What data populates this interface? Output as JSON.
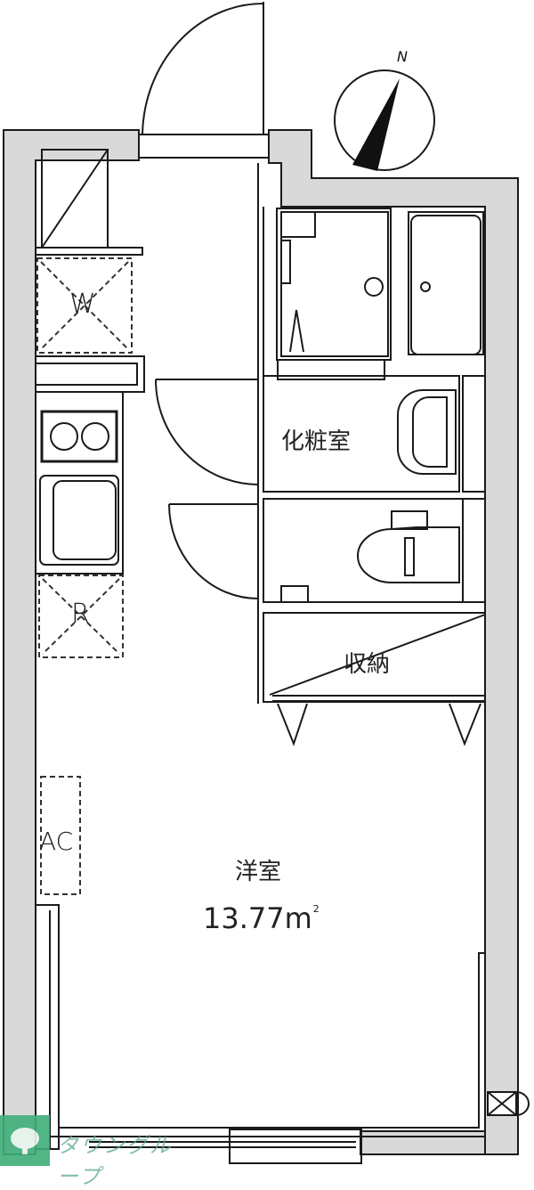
{
  "floor_plan": {
    "compass": {
      "label": "N"
    },
    "rooms": {
      "vanity_room": {
        "label": "化粧室"
      },
      "storage": {
        "label": "収納"
      },
      "western_room": {
        "label": "洋室",
        "area_value": "13.77m",
        "area_unit_sup": "2"
      }
    },
    "fixtures": {
      "washer": {
        "label": "W"
      },
      "fridge": {
        "label": "R"
      },
      "aircon": {
        "label": "AC"
      }
    },
    "watermark": {
      "text": "タウングループ"
    },
    "colors": {
      "wall_fill": "#d9d9d9",
      "line": "#1a1a1a",
      "watermark_green": "#3fae7a"
    }
  }
}
